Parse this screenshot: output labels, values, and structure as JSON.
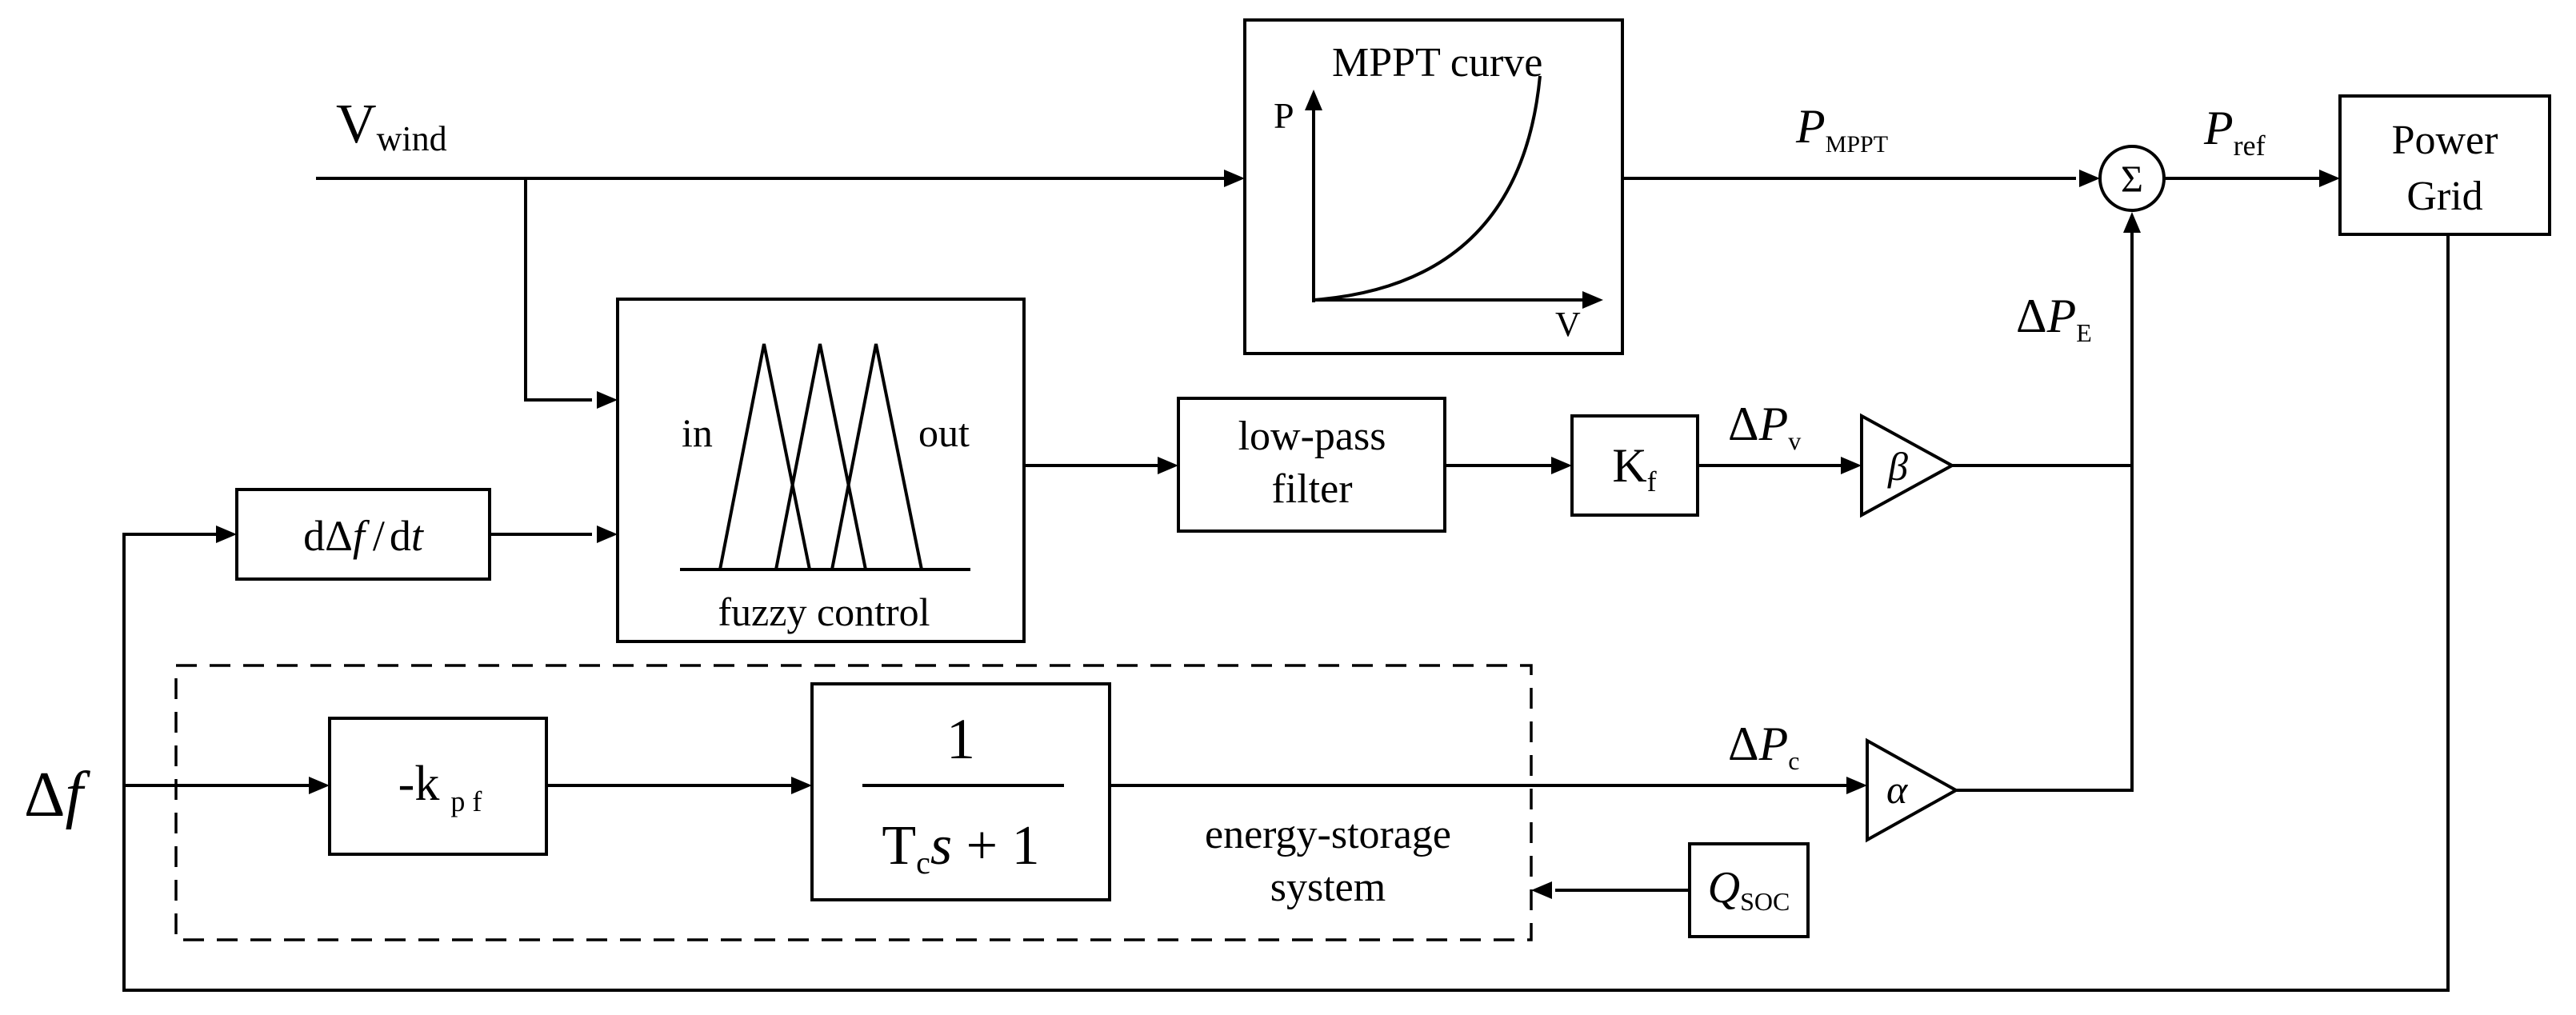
{
  "signals": {
    "v_wind": {
      "main": "V",
      "sub": "wind"
    },
    "p_mppt": {
      "main": "P",
      "sub": "MPPT"
    },
    "p_ref": {
      "main": "P",
      "sub": "ref"
    },
    "delta_pe": {
      "delta": "Δ",
      "main": "P",
      "sub": "E"
    },
    "delta_pv": {
      "delta": "Δ",
      "main": "P",
      "sub": "v"
    },
    "delta_pc": {
      "delta": "Δ",
      "main": "P",
      "sub": "c"
    },
    "delta_f": {
      "delta": "Δ",
      "main": "f"
    }
  },
  "blocks": {
    "mppt": {
      "title": "MPPT curve",
      "y_axis": "P",
      "x_axis": "V"
    },
    "sum": {
      "symbol": "Σ"
    },
    "grid": {
      "line1": "Power",
      "line2": "Grid"
    },
    "fuzzy": {
      "in_label": "in",
      "out_label": "out",
      "caption": "fuzzy control"
    },
    "derivative": {
      "d1": "d",
      "delta": "Δ",
      "f": "f",
      "slash": "/",
      "d2": "d",
      "t": "t"
    },
    "lowpass": {
      "line1": "low-pass",
      "line2": "filter"
    },
    "kf": {
      "main": "K",
      "sub": "f"
    },
    "beta": {
      "symbol": "β"
    },
    "alpha": {
      "symbol": "α"
    },
    "kpf": {
      "main": "-k",
      "sub": "p f"
    },
    "transfer": {
      "numerator": "1",
      "den_main": "T",
      "den_sub": "c",
      "den_s": "s",
      "den_rest": " + 1"
    },
    "qsoc": {
      "main": "Q",
      "sub": "SOC"
    }
  },
  "ess": {
    "line1": "energy-storage",
    "line2": "system"
  }
}
